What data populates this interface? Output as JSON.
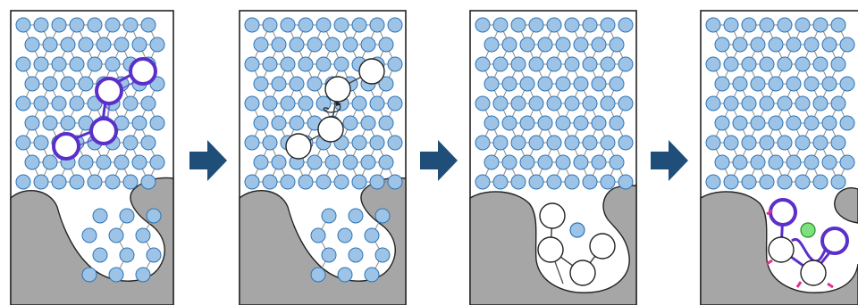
{
  "colors": {
    "background": "#ffffff",
    "panel_border": "#222222",
    "gray_fill": "#a6a6a6",
    "node_fill": "#9dc3e6",
    "node_stroke": "#2e75b6",
    "bond": "#8c8c8c",
    "chain_highlight": "#5b2fc9",
    "open_ring_fill": "#ffffff",
    "open_ring_stroke": "#222222",
    "arrow": "#1f4e79",
    "green_particle": "#7ee07e",
    "marker_pink": "#e0338f"
  },
  "panels": [
    {
      "id": "stage-1",
      "description_icon": "lattice-with-highlighted-chain"
    },
    {
      "id": "stage-2",
      "description_icon": "lattice-with-rotating-open-chain"
    },
    {
      "id": "stage-3",
      "description_icon": "chain-moved-into-pore"
    },
    {
      "id": "stage-4",
      "description_icon": "chain-wrapped-around-particle"
    }
  ],
  "arrows": [
    {
      "icon": "right-arrow-icon"
    },
    {
      "icon": "right-arrow-icon"
    },
    {
      "icon": "right-arrow-icon"
    }
  ]
}
